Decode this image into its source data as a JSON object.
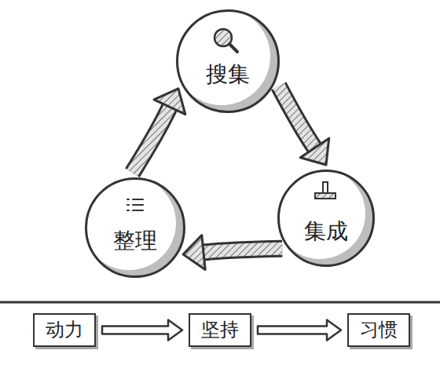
{
  "diagram": {
    "nodes": [
      {
        "text": [
          "搜集"
        ]
      },
      {
        "text": [
          "集成"
        ]
      },
      {
        "text": [
          "整理"
        ]
      },
      {
        "text": [
          "动力"
        ]
      },
      {
        "text": [
          "坚持"
        ]
      },
      {
        "text": [
          "习惯"
        ]
      }
    ],
    "edges": [
      {
        "from": 0,
        "to": 1,
        "arrow": "to"
      },
      {
        "from": 1,
        "to": 2,
        "arrow": "to"
      },
      {
        "from": 2,
        "to": 0,
        "arrow": "to"
      },
      {
        "from": 3,
        "to": 4,
        "arrow": "to"
      },
      {
        "from": 4,
        "to": 5,
        "arrow": "to"
      }
    ]
  }
}
